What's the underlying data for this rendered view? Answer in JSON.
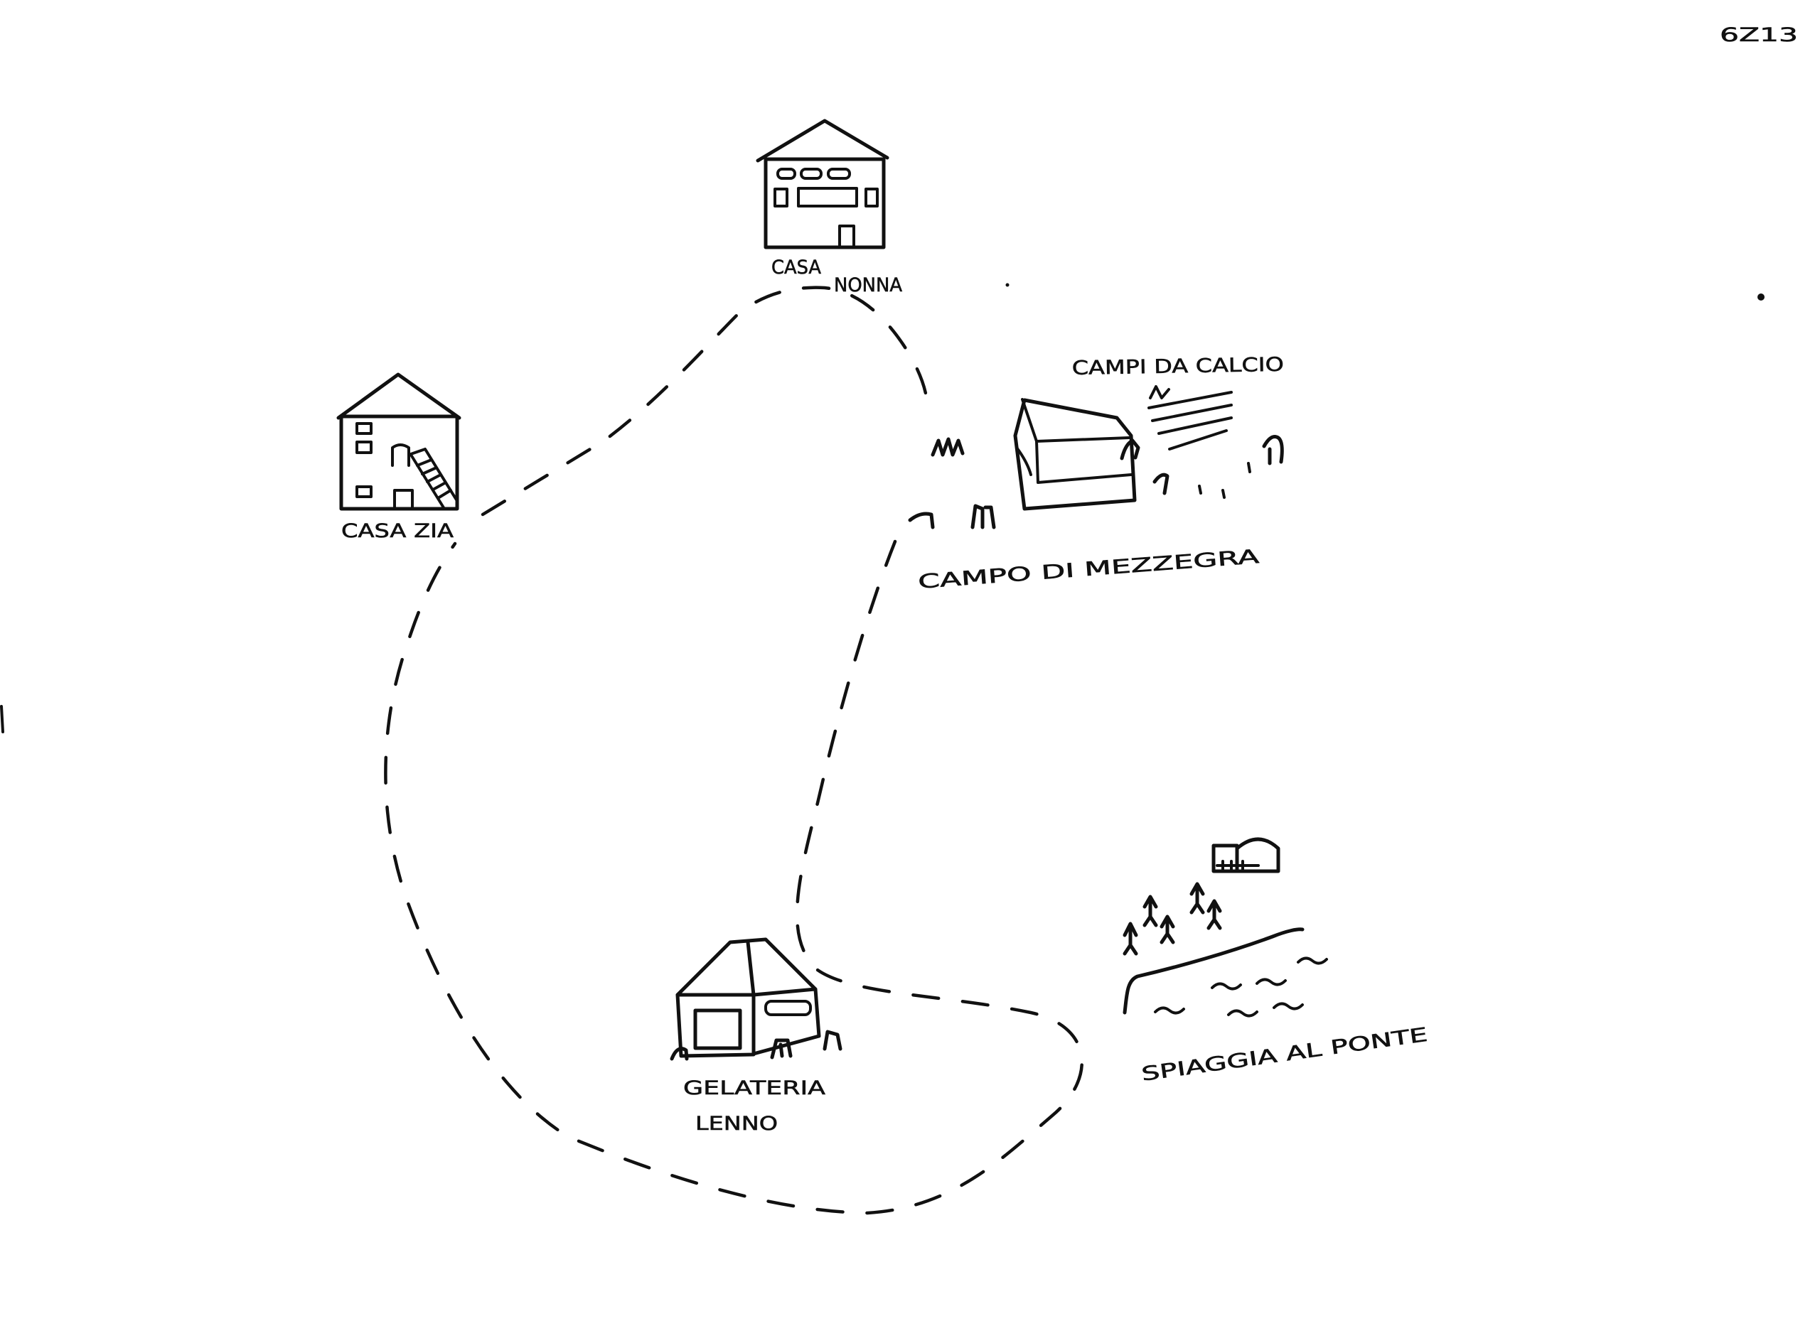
{
  "colors": {
    "ink": "#111111",
    "paper": "#ffffff"
  },
  "corner_code": "6Z13",
  "places": {
    "casa_nonna": {
      "line1": "CASA",
      "line2": "NONNA",
      "icon": "house-icon"
    },
    "casa_zia": {
      "label": "CASA ZIA",
      "icon": "house-icon"
    },
    "campi_da_calcio": {
      "label": "CAMPI DA CALCIO",
      "icon": "football-field-icon"
    },
    "campo_di_mezzegra": {
      "label": "CAMPO DI MEZZEGRA",
      "icon": "sports-hall-icon"
    },
    "gelateria_lenno": {
      "line1": "GELATERIA",
      "line2": "LENNO",
      "icon": "ice-cream-shop-icon"
    },
    "spiaggia_al_ponte": {
      "label": "SPIAGGIA AL PONTE",
      "icon": "beach-icon"
    }
  }
}
